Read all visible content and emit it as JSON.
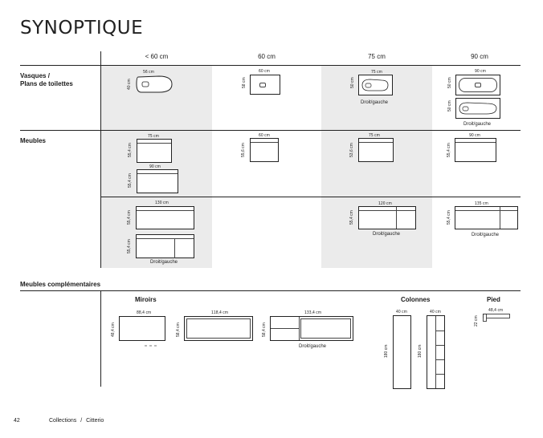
{
  "page_title": "SYNOPTIQUE",
  "columns": [
    "< 60 cm",
    "60 cm",
    "75 cm",
    "90 cm"
  ],
  "rows": {
    "vasques": "Vasques /\nPlans de toilettes",
    "meubles": "Meubles"
  },
  "complementary": {
    "title": "Meubles complémentaires",
    "miroirs": "Miroirs",
    "colonnes": "Colonnes",
    "pied": "Pied"
  },
  "dims": {
    "v56w": "56 cm",
    "v40h": "40 cm",
    "v60w": "60 cm",
    "v58h": "58 cm",
    "v75w": "75 cm",
    "v50h": "50 cm",
    "v90w": "90 cm",
    "v50h2": "50 cm",
    "v50h3": "50 cm",
    "m75w": "75 cm",
    "m55h1": "55,4 cm",
    "m90w": "90 cm",
    "m55h2": "55,4 cm",
    "m60w": "60 cm",
    "m55h3": "55,6 cm",
    "m75w2": "75 cm",
    "m53h": "53,6 cm",
    "m90w2": "90 cm",
    "m55h4": "55,4 cm",
    "l130w": "130 cm",
    "l55h1": "55,4 cm",
    "l55h2": "55,4 cm",
    "l120w": "120 cm",
    "l55h3": "55,4 cm",
    "l135w": "135 cm",
    "l55h4": "55,4 cm",
    "mi88w": "88,4 cm",
    "mi118w": "118,4 cm",
    "mi133w": "133,4 cm",
    "mi48h1": "48,4 cm",
    "mi48h2": "58,4 cm",
    "mi48h3": "58,4 cm",
    "co40w1": "40 cm",
    "co40w2": "40 cm",
    "co180h1": "180 cm",
    "co180h2": "180 cm",
    "pi48w": "48,4 cm",
    "pi22h": "22 cm"
  },
  "captions": {
    "droit": "Droit/gauche"
  },
  "footer": {
    "page": "42",
    "collection": "Collections",
    "separator": "/",
    "designer": "Citterio"
  }
}
